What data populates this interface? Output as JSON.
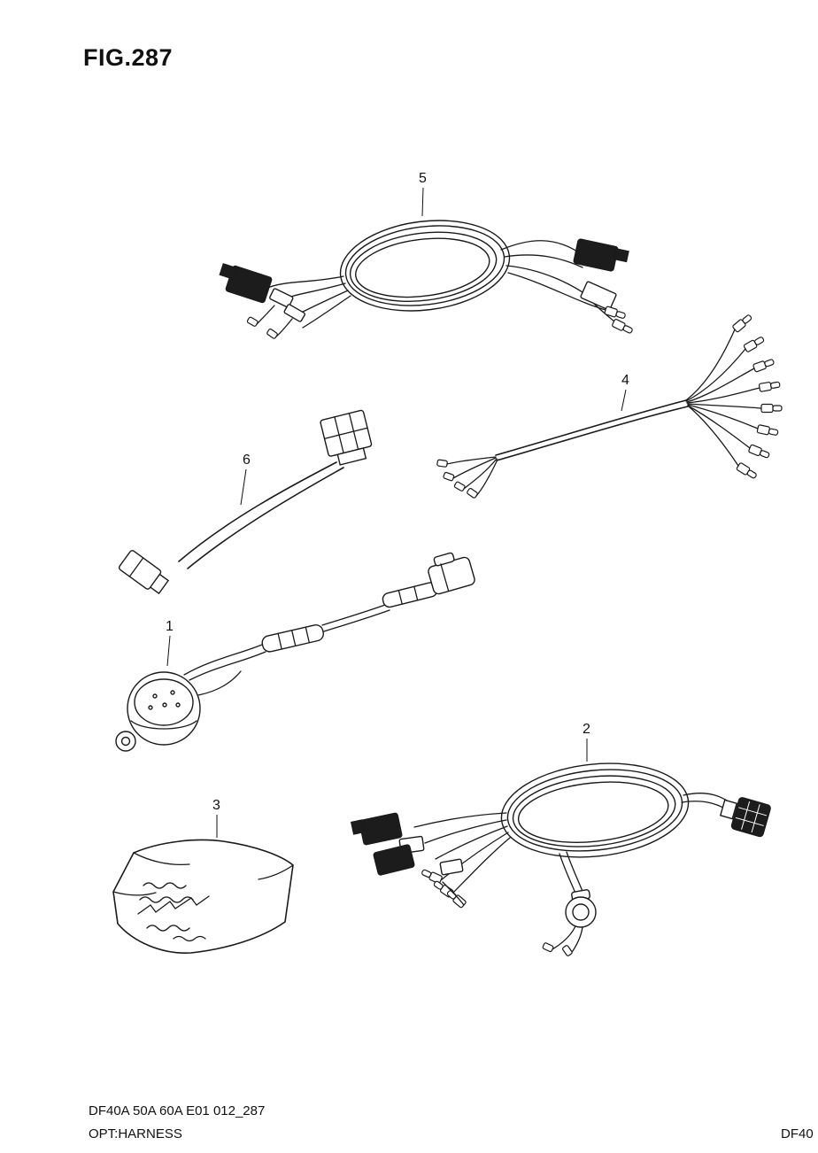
{
  "figure": {
    "title": "FIG.287"
  },
  "parts": {
    "p1": {
      "label": "1"
    },
    "p2": {
      "label": "2"
    },
    "p3": {
      "label": "3"
    },
    "p4": {
      "label": "4"
    },
    "p5": {
      "label": "5"
    },
    "p6": {
      "label": "6"
    }
  },
  "footer": {
    "model_code": "DF40A 50A 60A E01 012_287",
    "caption": "OPT:HARNESS",
    "corner": "DF40"
  }
}
